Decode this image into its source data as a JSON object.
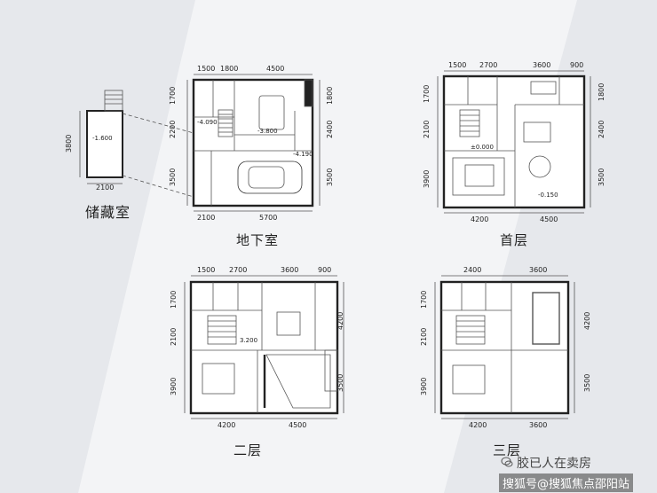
{
  "labels": {
    "storage": "储藏室",
    "basement": "地下室",
    "first": "首层",
    "second": "二层",
    "third": "三层"
  },
  "dims": {
    "storage_h": "3800",
    "storage_w": "2100",
    "storage_level": "-1.600",
    "b_top": [
      "1500",
      "1800",
      "4500"
    ],
    "b_right": [
      "1800",
      "2400",
      "3500"
    ],
    "b_left": [
      "1700",
      "2200",
      "3500"
    ],
    "b_bottom": [
      "2100",
      "5700"
    ],
    "b_lv1": "-4.090",
    "b_lv2": "-3.800",
    "b_lv3": "-4.190",
    "f_top": [
      "1500",
      "2700",
      "3600",
      "900"
    ],
    "f_right": [
      "1800",
      "2400",
      "3500"
    ],
    "f_left": [
      "1700",
      "2100",
      "3900"
    ],
    "f_bottom": [
      "4200",
      "4500"
    ],
    "f_lv1": "±0.000",
    "f_lv2": "-0.150",
    "s_top": [
      "1500",
      "2700",
      "3600",
      "900"
    ],
    "s_right": [
      "4200",
      "3500"
    ],
    "s_left": [
      "1700",
      "2100",
      "3900"
    ],
    "s_bottom": [
      "4200",
      "4500"
    ],
    "s_lv1": "3.200",
    "t_top": [
      "2400",
      "3600"
    ],
    "t_right": [
      "4200",
      "3500"
    ],
    "t_left": [
      "1700",
      "2100",
      "3900"
    ],
    "t_bottom": [
      "4200",
      "3600"
    ]
  },
  "watermark": {
    "line1": "胶已人在卖房",
    "line2": "搜狐号@搜狐焦点邵阳站"
  }
}
